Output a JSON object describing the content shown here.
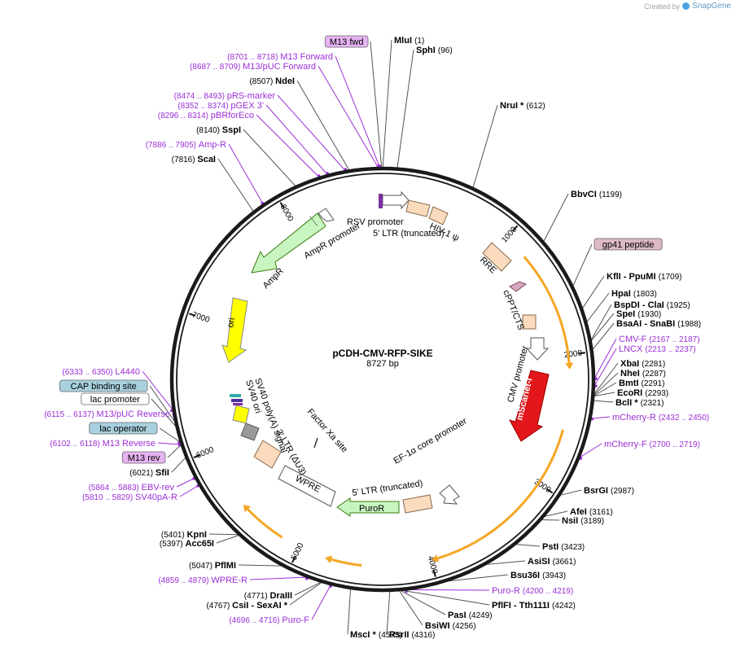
{
  "credit": {
    "prefix": "Created by",
    "brand": "SnapGene"
  },
  "plasmid": {
    "name": "pCDH-CMV-RFP-SIKE",
    "size": "8727 bp",
    "length": 8727
  },
  "ticks": [
    "1000",
    "2000",
    "3000",
    "4000",
    "5000",
    "6000",
    "7000",
    "8000"
  ],
  "features": [
    {
      "name": "RSV promoter"
    },
    {
      "name": "5' LTR (truncated)"
    },
    {
      "name": "HIV-1 ψ"
    },
    {
      "name": "RRE"
    },
    {
      "name": "cPPT/CTS"
    },
    {
      "name": "CMV promoter"
    },
    {
      "name": "mScarlet-I"
    },
    {
      "name": "EF-1α core promoter"
    },
    {
      "name": "PuroR"
    },
    {
      "name": "WPRE"
    },
    {
      "name": "3' LTR (ΔU3)"
    },
    {
      "name": "SV40 poly(A) signal"
    },
    {
      "name": "SV40 ori"
    },
    {
      "name": "Factor Xa site"
    },
    {
      "name": "ori"
    },
    {
      "name": "AmpR"
    },
    {
      "name": "AmpR promoter"
    }
  ],
  "labels": [
    {
      "kind": "enz",
      "name": "MluI",
      "pos": "(1)"
    },
    {
      "kind": "enz",
      "name": "SphI",
      "pos": "(96)"
    },
    {
      "kind": "enz",
      "name": "NruI *",
      "pos": "(612)"
    },
    {
      "kind": "enz",
      "name": "BbvCI",
      "pos": "(1199)"
    },
    {
      "kind": "feat",
      "name": "gp41 peptide"
    },
    {
      "kind": "enz",
      "name": "KflI",
      "name2": "- PpuMI",
      "pos": "(1709)"
    },
    {
      "kind": "enz",
      "name": "HpaI",
      "pos": "(1803)"
    },
    {
      "kind": "enz",
      "name": "BspDI",
      "name2": "- ClaI",
      "pos": "(1925)"
    },
    {
      "kind": "enz",
      "name": "SpeI",
      "pos": "(1930)"
    },
    {
      "kind": "enz",
      "name": "BsaAI",
      "name2": "- SnaBI",
      "pos": "(1988)"
    },
    {
      "kind": "primer",
      "name": "CMV-F",
      "pos": "(2167 .. 2187)"
    },
    {
      "kind": "primer",
      "name": "LNCX",
      "pos": "(2213 .. 2237)"
    },
    {
      "kind": "enz",
      "name": "XbaI",
      "pos": "(2281)"
    },
    {
      "kind": "enz",
      "name": "NheI",
      "pos": "(2287)"
    },
    {
      "kind": "enz",
      "name": "BmtI",
      "pos": "(2291)"
    },
    {
      "kind": "enz",
      "name": "EcoRI",
      "pos": "(2293)"
    },
    {
      "kind": "enz",
      "name": "BclI *",
      "pos": "(2321)"
    },
    {
      "kind": "primer",
      "name": "mCherry-R",
      "pos": "(2432 .. 2450)"
    },
    {
      "kind": "primer",
      "name": "mCherry-F",
      "pos": "(2700 .. 2719)"
    },
    {
      "kind": "enz",
      "name": "BsrGI",
      "pos": "(2987)"
    },
    {
      "kind": "enz",
      "name": "AfeI",
      "pos": "(3161)"
    },
    {
      "kind": "enz",
      "name": "NsiI",
      "pos": "(3189)"
    },
    {
      "kind": "enz",
      "name": "PstI",
      "pos": "(3423)"
    },
    {
      "kind": "enz",
      "name": "AsiSI",
      "pos": "(3661)"
    },
    {
      "kind": "enz",
      "name": "Bsu36I",
      "pos": "(3943)"
    },
    {
      "kind": "primer",
      "name": "Puro-R",
      "pos": "(4200 .. 4219)"
    },
    {
      "kind": "enz",
      "name": "PflFI",
      "name2": "- Tth111I",
      "pos": "(4242)"
    },
    {
      "kind": "enz",
      "name": "PasI",
      "pos": "(4249)"
    },
    {
      "kind": "enz",
      "name": "BsiWI",
      "pos": "(4256)"
    },
    {
      "kind": "enz",
      "name": "RsrII",
      "pos": "(4316)"
    },
    {
      "kind": "enz",
      "name": "MscI *",
      "pos": "(4575)"
    },
    {
      "kind": "primer",
      "name": "Puro-F",
      "pos": "(4696 .. 4716)"
    },
    {
      "kind": "enz",
      "name": "CsiI",
      "name2": "- SexAI *",
      "pos": "(4767)"
    },
    {
      "kind": "enz",
      "name": "DraIII",
      "pos": "(4771)"
    },
    {
      "kind": "primer",
      "name": "WPRE-R",
      "pos": "(4859 .. 4879)"
    },
    {
      "kind": "enz",
      "name": "PflMI",
      "pos": "(5047)"
    },
    {
      "kind": "enz",
      "name": "Acc65I",
      "pos": "(5397)"
    },
    {
      "kind": "enz",
      "name": "KpnI",
      "pos": "(5401)"
    },
    {
      "kind": "primer",
      "name": "SV40pA-R",
      "pos": "(5810 .. 5829)"
    },
    {
      "kind": "primer",
      "name": "EBV-rev",
      "pos": "(5864 .. 5883)"
    },
    {
      "kind": "enz",
      "name": "SfiI",
      "pos": "(6021)"
    },
    {
      "kind": "boxp",
      "name": "M13 rev"
    },
    {
      "kind": "primer",
      "name": "M13 Reverse",
      "pos": "(6102 .. 6118)"
    },
    {
      "kind": "boxb",
      "name": "lac operator"
    },
    {
      "kind": "primer",
      "name": "M13/pUC Reverse",
      "pos": "(6115 .. 6137)"
    },
    {
      "kind": "boxw",
      "name": "lac promoter"
    },
    {
      "kind": "boxb",
      "name": "CAP binding site"
    },
    {
      "kind": "primer",
      "name": "L4440",
      "pos": "(6333 .. 6350)"
    },
    {
      "kind": "enz",
      "name": "ScaI",
      "pos": "(7816)"
    },
    {
      "kind": "primer",
      "name": "Amp-R",
      "pos": "(7886 .. 7905)"
    },
    {
      "kind": "enz",
      "name": "SspI",
      "pos": "(8140)"
    },
    {
      "kind": "primer",
      "name": "pBRforEco",
      "pos": "(8296 .. 8314)"
    },
    {
      "kind": "primer",
      "name": "pGEX 3'",
      "pos": "(8352 .. 8374)"
    },
    {
      "kind": "primer",
      "name": "pRS-marker",
      "pos": "(8474 .. 8493)"
    },
    {
      "kind": "enz",
      "name": "NdeI",
      "pos": "(8507)"
    },
    {
      "kind": "primer",
      "name": "M13/pUC Forward",
      "pos": "(8687 .. 8709)"
    },
    {
      "kind": "primer",
      "name": "M13 Forward",
      "pos": "(8701 .. 8718)"
    },
    {
      "kind": "boxp",
      "name": "M13 fwd"
    }
  ],
  "colors": {
    "backbone": "#1a1a1a",
    "primer": "#9b2fd6",
    "orf_orange": "#f5a623",
    "mscarlet": "#e3171b",
    "ori": "#ffff00",
    "ampr": "#c8f5c0",
    "puror": "#c8f5c0",
    "ltr": "#fbdbbd",
    "rre": "#fbdbbd",
    "cap_box": "#a8d0de",
    "primer_box": "#e6b3f2",
    "gp41_box": "#dcb9c7"
  }
}
